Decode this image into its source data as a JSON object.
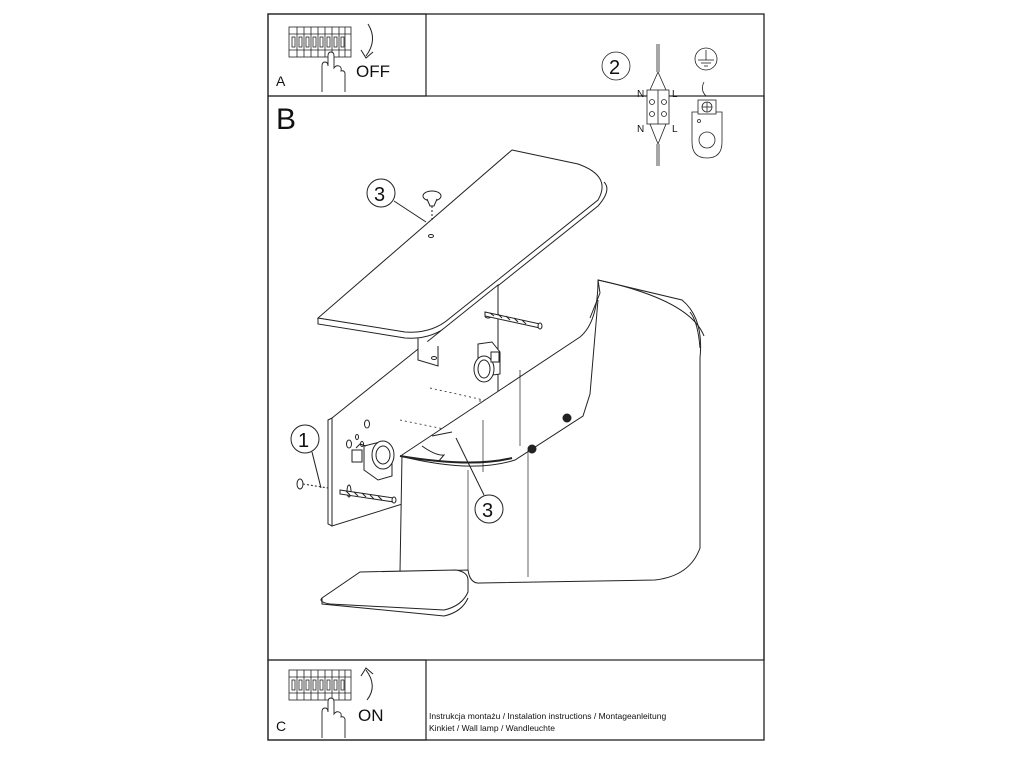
{
  "panels": {
    "a": {
      "letter": "A",
      "action": "OFF"
    },
    "b": {
      "letter": "B"
    },
    "c": {
      "letter": "C",
      "action": "ON"
    }
  },
  "callouts": {
    "plate": "1",
    "wiring": "2",
    "screw_top": "3",
    "screw_bottom": "3"
  },
  "wiring": {
    "top_left": "N",
    "top_right": "L",
    "bottom_left": "N",
    "bottom_right": "L"
  },
  "footer": {
    "line1": "Instrukcja montażu / Instalation instructions / Montageanleitung",
    "line2": "Kinkiet  / Wall lamp / Wandleuchte"
  }
}
